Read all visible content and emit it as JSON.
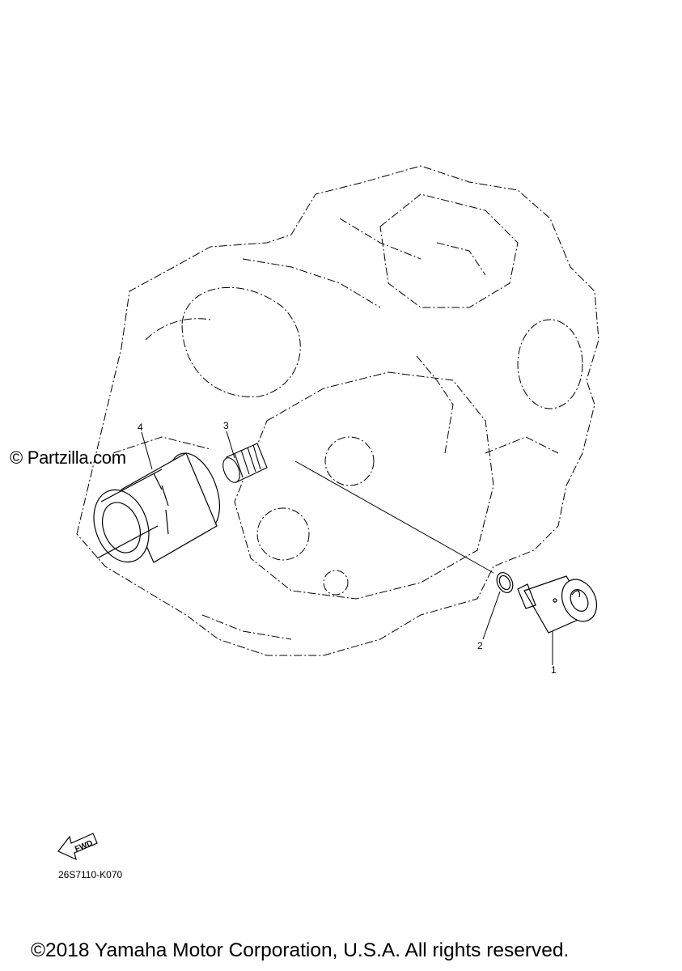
{
  "watermark": "© Partzilla.com",
  "callouts": {
    "p1": "1",
    "p2": "2",
    "p3": "3",
    "p4": "4"
  },
  "fwd_arrow_label": "FWD",
  "drawing_code": "26S7110-K070",
  "copyright": "©2018 Yamaha Motor Corporation, U.S.A. All rights reserved."
}
